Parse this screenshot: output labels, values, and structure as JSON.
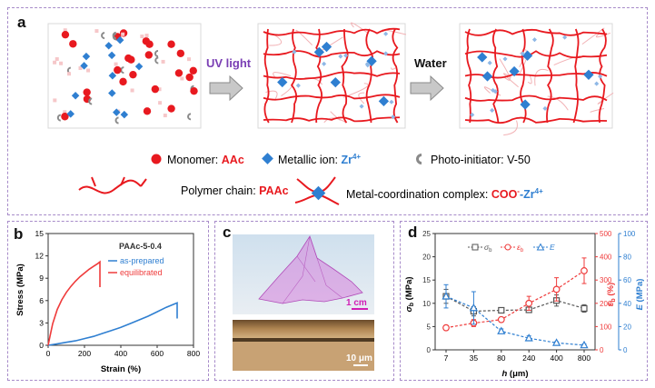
{
  "panel_a": {
    "label": "a",
    "arrow1_label": "UV light",
    "arrow2_label": "Water",
    "legend": {
      "monomer_prefix": "Monomer:",
      "monomer_name": "AAc",
      "ion_prefix": "Metallic ion:",
      "ion_name": "Zr",
      "ion_charge": "4+",
      "initiator_prefix": "Photo-initiator:",
      "initiator_name": "V-50",
      "polymer_prefix": "Polymer chain:",
      "polymer_name": "PAAc",
      "complex_prefix": "Metal-coordination complex:",
      "complex_coo": "COO",
      "complex_minus": "-",
      "complex_zr": "-Zr",
      "complex_charge": "4+"
    },
    "colors": {
      "red": "#e8191f",
      "blue": "#2f7fd1",
      "grey": "#8a8a8a",
      "pink": "#f6c7c9",
      "purple": "#7a3fb4"
    }
  },
  "panel_b": {
    "label": "b",
    "chart_data": {
      "type": "line",
      "title": "PAAc-5-0.4",
      "xlabel": "Strain (%)",
      "ylabel": "Stress (MPa)",
      "xlim": [
        0,
        800
      ],
      "ylim": [
        0,
        15
      ],
      "xticks": [
        "0",
        "200",
        "400",
        "600",
        "800"
      ],
      "yticks": [
        "0",
        "3",
        "6",
        "9",
        "12",
        "15"
      ],
      "series": [
        {
          "name": "as-prepared",
          "color": "#2f7fd1",
          "x": [
            0,
            50,
            100,
            150,
            200,
            250,
            300,
            350,
            400,
            450,
            500,
            550,
            600,
            650,
            700,
            710,
            710
          ],
          "y": [
            0,
            0.2,
            0.4,
            0.6,
            0.9,
            1.2,
            1.6,
            2.0,
            2.4,
            2.9,
            3.4,
            3.9,
            4.5,
            5.1,
            5.6,
            5.7,
            3.6
          ]
        },
        {
          "name": "equilibrated",
          "color": "#ef3b3b",
          "x": [
            0,
            10,
            25,
            50,
            75,
            100,
            125,
            150,
            175,
            200,
            225,
            250,
            275,
            285,
            285
          ],
          "y": [
            0,
            1.2,
            2.9,
            4.8,
            6.1,
            7.1,
            7.9,
            8.6,
            9.2,
            9.7,
            10.2,
            10.6,
            11.0,
            11.2,
            7.8
          ]
        }
      ]
    }
  },
  "panel_c": {
    "label": "c",
    "scale_top": "1 cm",
    "scale_bottom": "10 μm"
  },
  "panel_d": {
    "label": "d",
    "chart_data": {
      "type": "line",
      "xlabel": "h (μm)",
      "ylabel_left": "σb (MPa)",
      "ylabel_right1": "εb (%)",
      "ylabel_right2": "E (MPa)",
      "categories": [
        "7",
        "35",
        "80",
        "240",
        "400",
        "800"
      ],
      "ylim_left": [
        0,
        25
      ],
      "yticks_left": [
        "0",
        "5",
        "10",
        "15",
        "20",
        "25"
      ],
      "ylim_right1": [
        0,
        500
      ],
      "yticks_right1": [
        "0",
        "100",
        "200",
        "300",
        "400",
        "500"
      ],
      "ylim_right2": [
        0,
        100
      ],
      "yticks_right2": [
        "0",
        "20",
        "40",
        "60",
        "80",
        "100"
      ],
      "series": [
        {
          "name": "σb",
          "axis": "left",
          "color": "#555555",
          "marker": "square",
          "values": [
            11.5,
            8.3,
            8.5,
            8.6,
            10.6,
            8.9
          ],
          "err": [
            1.5,
            1.0,
            0.3,
            0.5,
            1.2,
            0.8
          ]
        },
        {
          "name": "εb",
          "axis": "right1",
          "color": "#ef3b3b",
          "marker": "circle",
          "values": [
            95,
            115,
            130,
            200,
            260,
            340
          ],
          "err": [
            8,
            15,
            10,
            30,
            50,
            55
          ]
        },
        {
          "name": "E",
          "axis": "right2",
          "color": "#2f7fd1",
          "marker": "triangle",
          "values": [
            46,
            36,
            16,
            10,
            6,
            4
          ],
          "err": [
            10,
            14,
            2,
            2,
            1,
            1
          ]
        }
      ]
    }
  }
}
